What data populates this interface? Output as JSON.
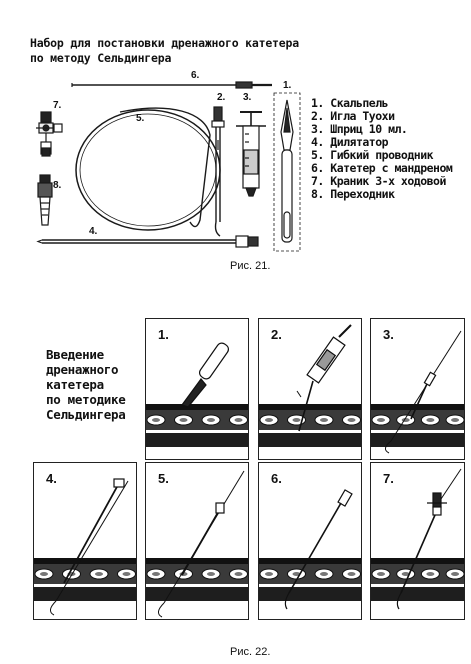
{
  "figure21": {
    "title_line1": "Набор для постановки дренажного катетера",
    "title_line2": "по методу Сельдингера",
    "item_labels": [
      "1.",
      "2.",
      "3.",
      "4.",
      "5.",
      "6.",
      "7.",
      "8."
    ],
    "legend": [
      "1. Скальпель",
      "2. Игла Туохи",
      "3. Шприц 10 мл.",
      "4. Дилятатор",
      "5. Гибкий проводник",
      "6. Катетер с мандреном",
      "7. Краник 3-х ходовой",
      "8. Переходник"
    ],
    "caption": "Рис. 21."
  },
  "figure22": {
    "title": [
      "Введение",
      "дренажного",
      "катетера",
      "по методике",
      "Сельдингера"
    ],
    "steps": [
      "1.",
      "2.",
      "3.",
      "4.",
      "5.",
      "6.",
      "7."
    ],
    "caption": "Рис. 22."
  }
}
